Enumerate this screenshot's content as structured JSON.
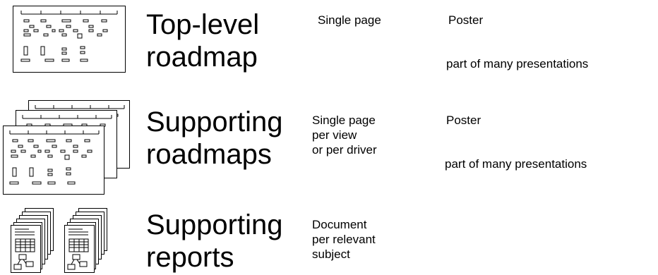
{
  "rows": [
    {
      "title": [
        "Top-level",
        "roadmap"
      ],
      "scope": [
        "Single page"
      ],
      "format": "Poster",
      "usage": "part of many presentations"
    },
    {
      "title": [
        "Supporting",
        "roadmaps"
      ],
      "scope": [
        "Single page",
        "per view",
        "or per driver"
      ],
      "format": "Poster",
      "usage": "part of many presentations"
    },
    {
      "title": [
        "Supporting",
        "reports"
      ],
      "scope": [
        "Document",
        "per relevant",
        "subject"
      ],
      "format": "",
      "usage": ""
    }
  ],
  "icons": [
    "roadmap-icon",
    "stacked-roadmaps-icon",
    "report-stack-icon"
  ]
}
